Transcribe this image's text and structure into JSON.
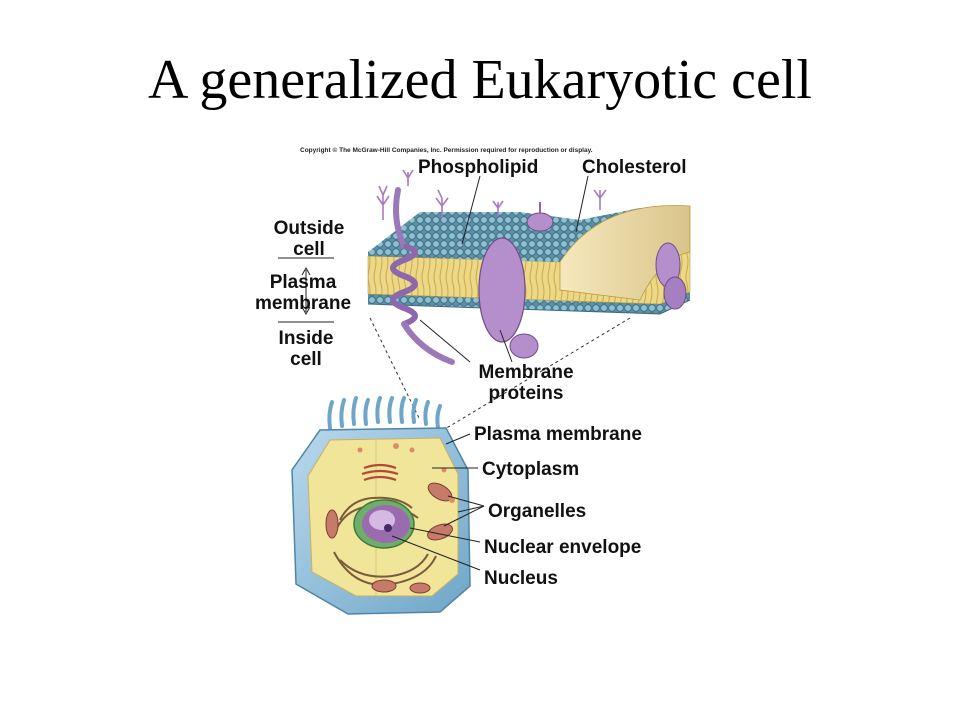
{
  "slide": {
    "title": "A generalized Eukaryotic cell"
  },
  "figure": {
    "copyright": "Copyright © The McGraw-Hill Companies, Inc. Permission required for reproduction or display.",
    "membrane_labels": {
      "phospholipid": "Phospholipid",
      "cholesterol": "Cholesterol",
      "outside_line1": "Outside",
      "outside_line2": "cell",
      "plasma_line1": "Plasma",
      "plasma_line2": "membrane",
      "inside_line1": "Inside",
      "inside_line2": "cell",
      "proteins_line1": "Membrane",
      "proteins_line2": "proteins"
    },
    "cell_labels": {
      "plasma_membrane": "Plasma membrane",
      "cytoplasm": "Cytoplasm",
      "organelles": "Organelles",
      "nuclear_envelope": "Nuclear envelope",
      "nucleus": "Nucleus"
    },
    "colors": {
      "membrane_head": "#7fb6c8",
      "tail_band": "#e8d27a",
      "membrane_top": "#f3e3b0",
      "protein": "#b48fcc",
      "cell_wall": "#8fc1dc",
      "cytoplasm": "#f1e59a",
      "nucleus": "#9a6cae"
    }
  }
}
